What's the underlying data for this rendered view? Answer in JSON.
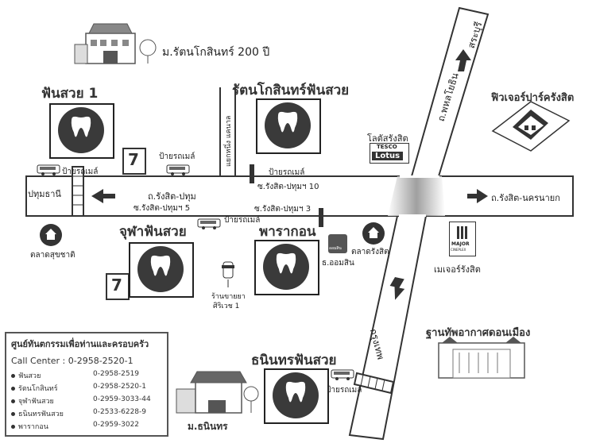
{
  "landmarks": {
    "university": "ม.รัตนโกสินทร์ 200 ปี",
    "future_park": "ฟิวเจอร์ปาร์ครังสิต",
    "lotus_label": "โลตัสรังสิต",
    "lotus_logo_top": "TESCO",
    "lotus_logo_bottom": "Lotus",
    "market_north": "ตลาดรังสิต",
    "market_south": "ตลาดสุขชาติ",
    "major": "เมเจอร์รังสิต",
    "major_logo": "MAJOR",
    "major_logo_sub": "CINEPLEX",
    "savings_bank": "ธ.ออมสิน",
    "savings_logo": "ออมสิน",
    "pharmacy_line1": "ร้านขายยา",
    "pharmacy_line2": "ศิริเวช 1",
    "airbase": "ฐานทัพอากาศดอนเมือง",
    "thanin_univ": "ม.ธนินทร"
  },
  "roads": {
    "phahon": "ถ.พหลโยธิน",
    "saraburi": "สระบุรี",
    "bangkok": "กรุงเทพ",
    "rangsit_pathum": "ถ.รังสิต-ปทุม",
    "rangsit_nakhon": "ถ.รังสิต-นครนายก",
    "pathum_thani": "ปทุมธานี",
    "soi_5": "ซ.รังสิต-ปทุมฯ 5",
    "soi_10": "ซ.รังสิต-ปทุมฯ 10",
    "soi_3": "ซ.รังสิต-ปทุมฯ 3",
    "canal": "แยกหนึ่ง แคนาล"
  },
  "bus_stop": "ป้ายรถเมล์",
  "seven_eleven": "7",
  "clinics": {
    "c1": "ฟันสวย 1",
    "c2": "รัตนโกสินทร์ฟันสวย",
    "c3": "จุฬาฟันสวย",
    "c4": "พารากอน",
    "c5": "ธนินทรฟันสวย"
  },
  "legend": {
    "title": "ศูนย์ทันตกรรมเพื่อท่านและครอบครัว",
    "call_center": "Call Center : 0-2958-2520-1",
    "rows": [
      {
        "name": "ฟันสวย",
        "phone": "0-2958-2519"
      },
      {
        "name": "รัตนโกสินทร์",
        "phone": "0-2958-2520-1"
      },
      {
        "name": "จุฬาฟันสวย",
        "phone": "0-2959-3033-44"
      },
      {
        "name": "ธนินทรฟันสวย",
        "phone": "0-2533-6228-9"
      },
      {
        "name": "พารากอน",
        "phone": "0-2959-3022"
      }
    ]
  }
}
